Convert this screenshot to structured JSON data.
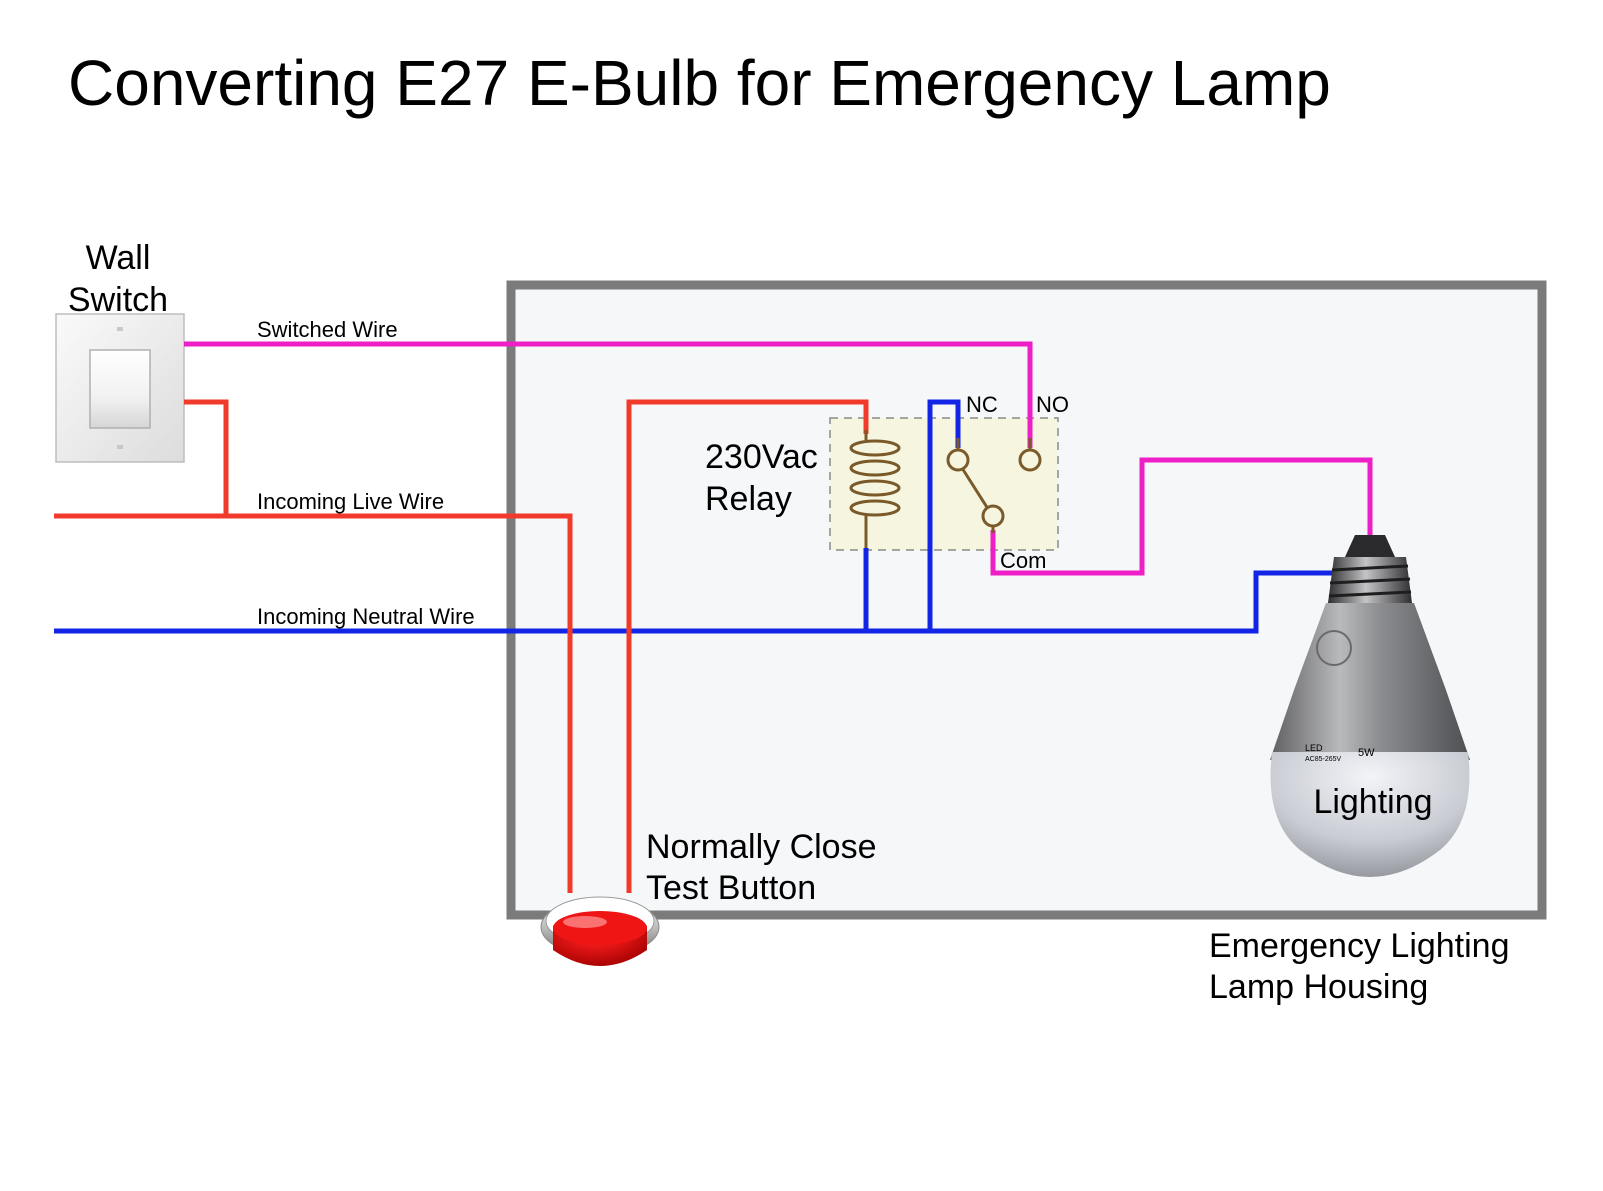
{
  "title": "Converting E27 E-Bulb for Emergency Lamp",
  "wall_switch": {
    "label_line1": "Wall",
    "label_line2": "Switch"
  },
  "wires": {
    "switched": "Switched Wire",
    "live": "Incoming Live Wire",
    "neutral": "Incoming Neutral Wire"
  },
  "relay": {
    "label_line1": "230Vac",
    "label_line2": "Relay",
    "nc": "NC",
    "no": "NO",
    "com": "Com"
  },
  "test_button": {
    "label_line1": "Normally Close",
    "label_line2": "Test Button"
  },
  "bulb": {
    "label": "Lighting",
    "print_line1": "LED",
    "print_line2": "AC85-265V",
    "print_line3": "5W"
  },
  "housing": {
    "label_line1": "Emergency Lighting",
    "label_line2": "Lamp Housing"
  },
  "colors": {
    "live": "#f23a2c",
    "switched": "#ee1fc6",
    "neutral": "#1225e6",
    "housing_border": "#7b7b7b",
    "housing_fill": "#f5f7f8",
    "relay_fill": "#f6f5df",
    "button_red": "#e00f0f"
  }
}
